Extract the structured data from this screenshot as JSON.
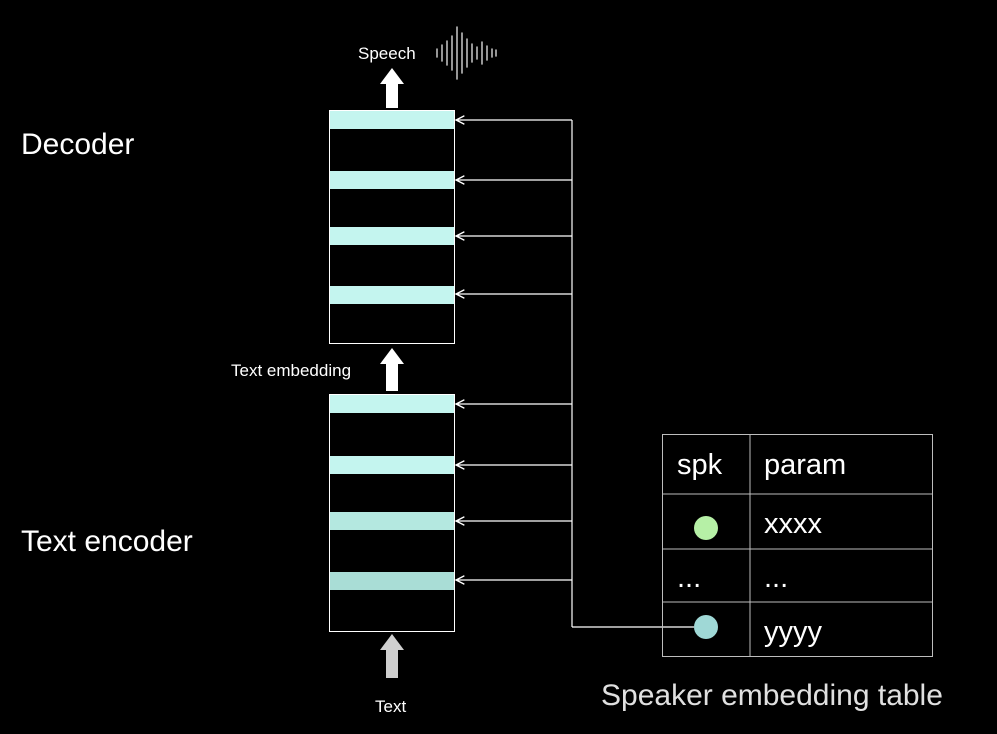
{
  "labels": {
    "decoder": "Decoder",
    "text_encoder": "Text encoder",
    "speech": "Speech",
    "text_embedding": "Text embedding",
    "text": "Text"
  },
  "table": {
    "caption": "Speaker embedding table",
    "headers": [
      "spk",
      "param"
    ],
    "rows": [
      {
        "spk": "",
        "param": "xxxx",
        "dot_color": "#b6f0a6"
      },
      {
        "spk": "...",
        "param": "...",
        "dot_color": ""
      },
      {
        "spk": "",
        "param": "yyyy",
        "dot_color": "#9fd8d6"
      }
    ]
  },
  "icons": {
    "speech_waveform": "waveform-icon",
    "arrows": "up-arrow-icon"
  },
  "colors": {
    "background": "#000000",
    "layer_band": "#c4f5ef",
    "layer_band_faded": "#a9ddd6",
    "lines": "#ffffff",
    "text_arrow": "#cfcfcf"
  }
}
